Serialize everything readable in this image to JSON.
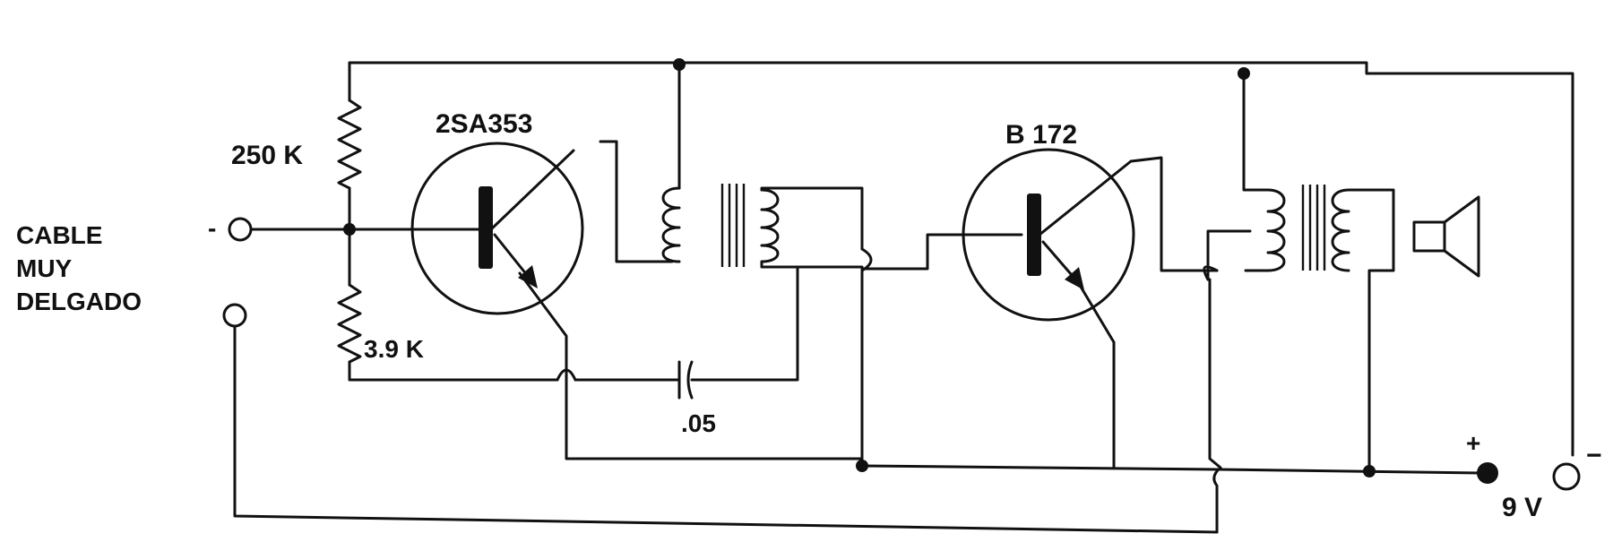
{
  "labels": {
    "input_note": [
      "CABLE",
      "MUY",
      "DELGADO"
    ],
    "input_minus": "-",
    "resistor_top": "250 K",
    "resistor_bottom": "3.9 K",
    "transistor_1": "2SA353",
    "transistor_2": "B 172",
    "capacitor": ".05",
    "battery_plus": "+",
    "battery_minus": "−",
    "battery_voltage": "9 V"
  }
}
